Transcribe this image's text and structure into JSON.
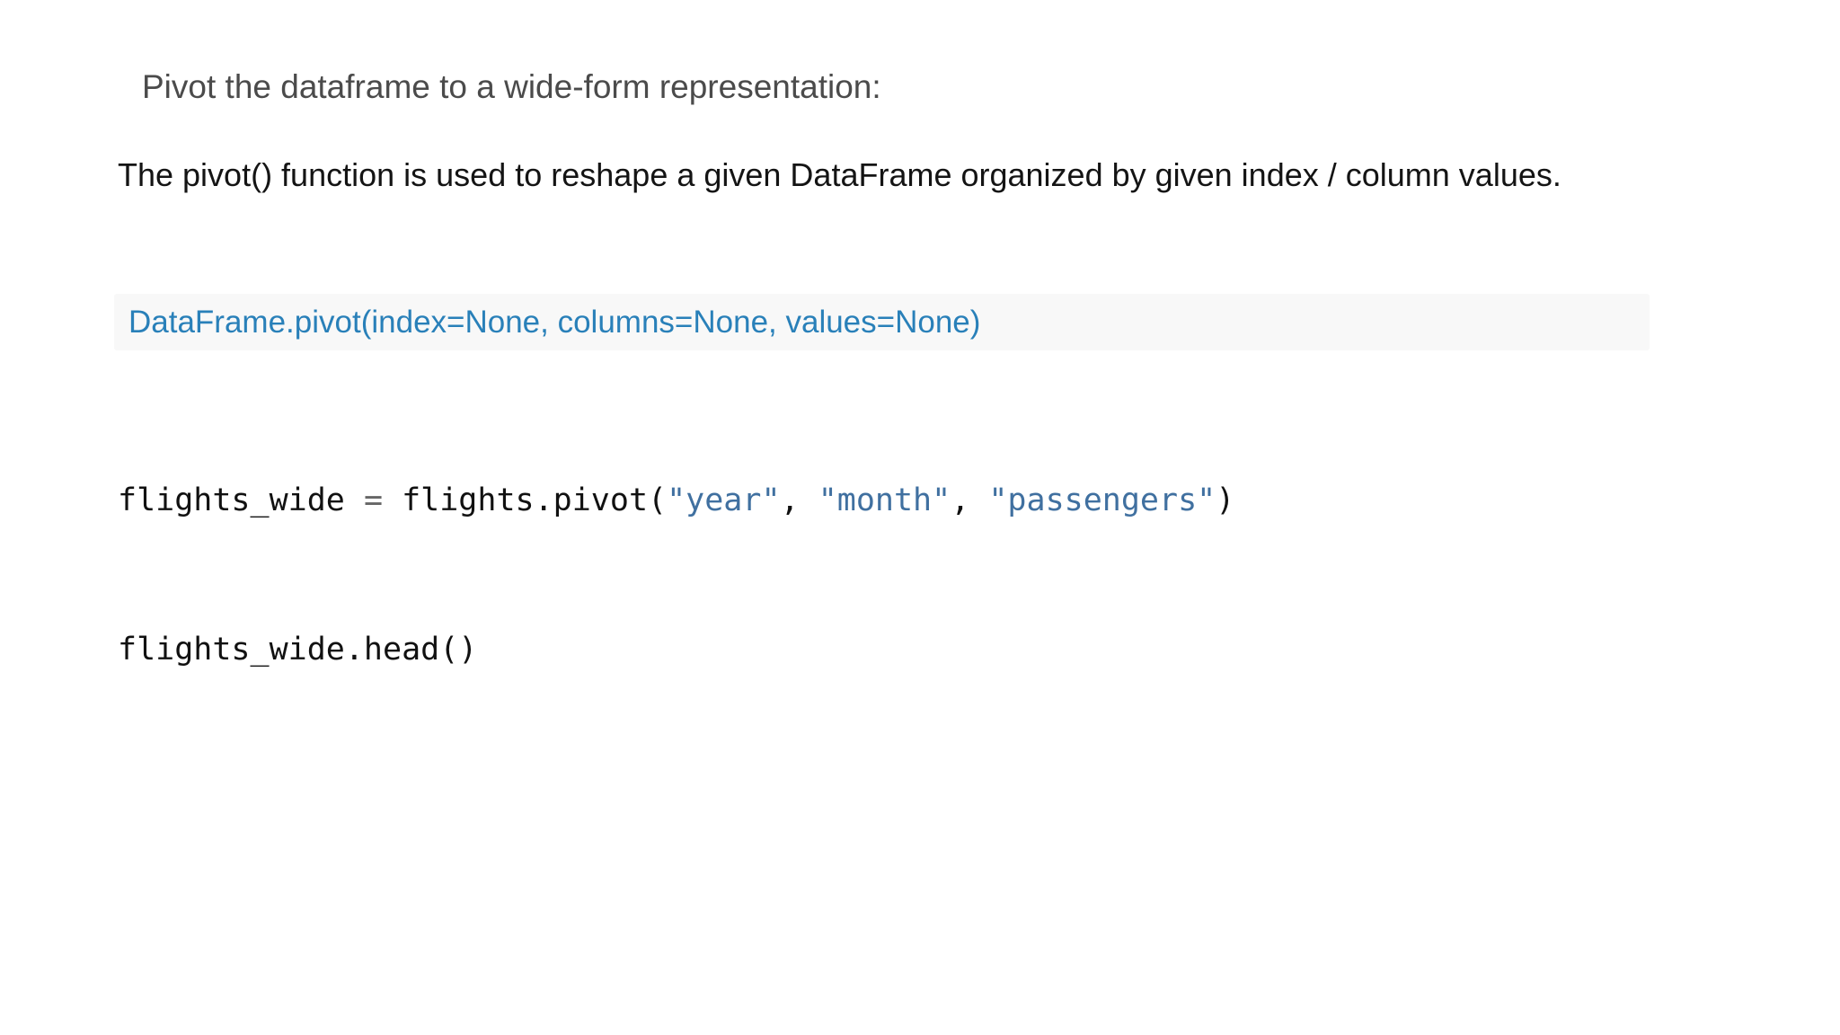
{
  "colors": {
    "page_background": "#ffffff",
    "heading_text": "#4b4b4b",
    "body_text": "#141414",
    "signature_background": "#f8f8f8",
    "signature_link": "#2980b9",
    "code_text": "#111111",
    "code_operator": "#666666",
    "code_string": "#4070a0"
  },
  "content": {
    "heading": "Pivot the dataframe to a wide-form representation:",
    "paragraph": "The pivot() function is used to reshape a given DataFrame organized by given index / column values.",
    "signature": "DataFrame.pivot(index=None, columns=None, values=None)",
    "code": {
      "line1_tokens": [
        {
          "t": "flights_wide ",
          "c": "default"
        },
        {
          "t": "=",
          "c": "operator"
        },
        {
          "t": " flights.pivot(",
          "c": "default"
        },
        {
          "t": "\"year\"",
          "c": "string"
        },
        {
          "t": ", ",
          "c": "default"
        },
        {
          "t": "\"month\"",
          "c": "string"
        },
        {
          "t": ", ",
          "c": "default"
        },
        {
          "t": "\"passengers\"",
          "c": "string"
        },
        {
          "t": ")",
          "c": "default"
        }
      ],
      "line2": "flights_wide.head()"
    }
  }
}
